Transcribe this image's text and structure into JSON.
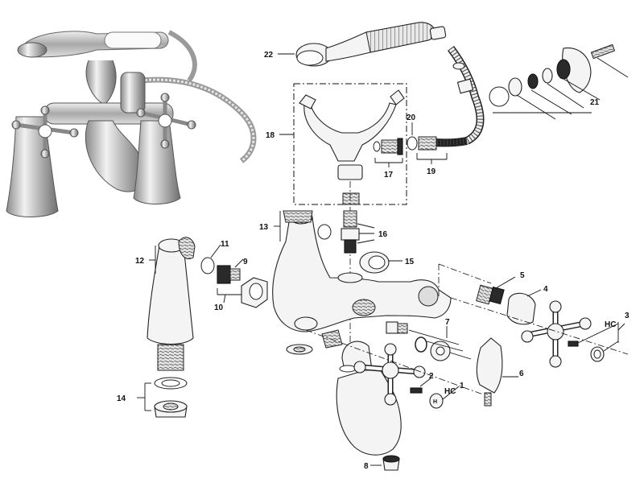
{
  "labels": {
    "l1": "1",
    "l2": "2",
    "l3": "3",
    "l4": "4",
    "l5": "5",
    "l6": "6",
    "l7": "7",
    "l8": "8",
    "l9": "9",
    "l10": "10",
    "l11": "11",
    "l12": "12",
    "l13": "13",
    "l14": "14",
    "l15": "15",
    "l16": "16",
    "l17": "17",
    "l18": "18",
    "l19": "19",
    "l20": "20",
    "l21": "21",
    "l22": "22",
    "hc1": "HC",
    "hc2": "HC"
  }
}
